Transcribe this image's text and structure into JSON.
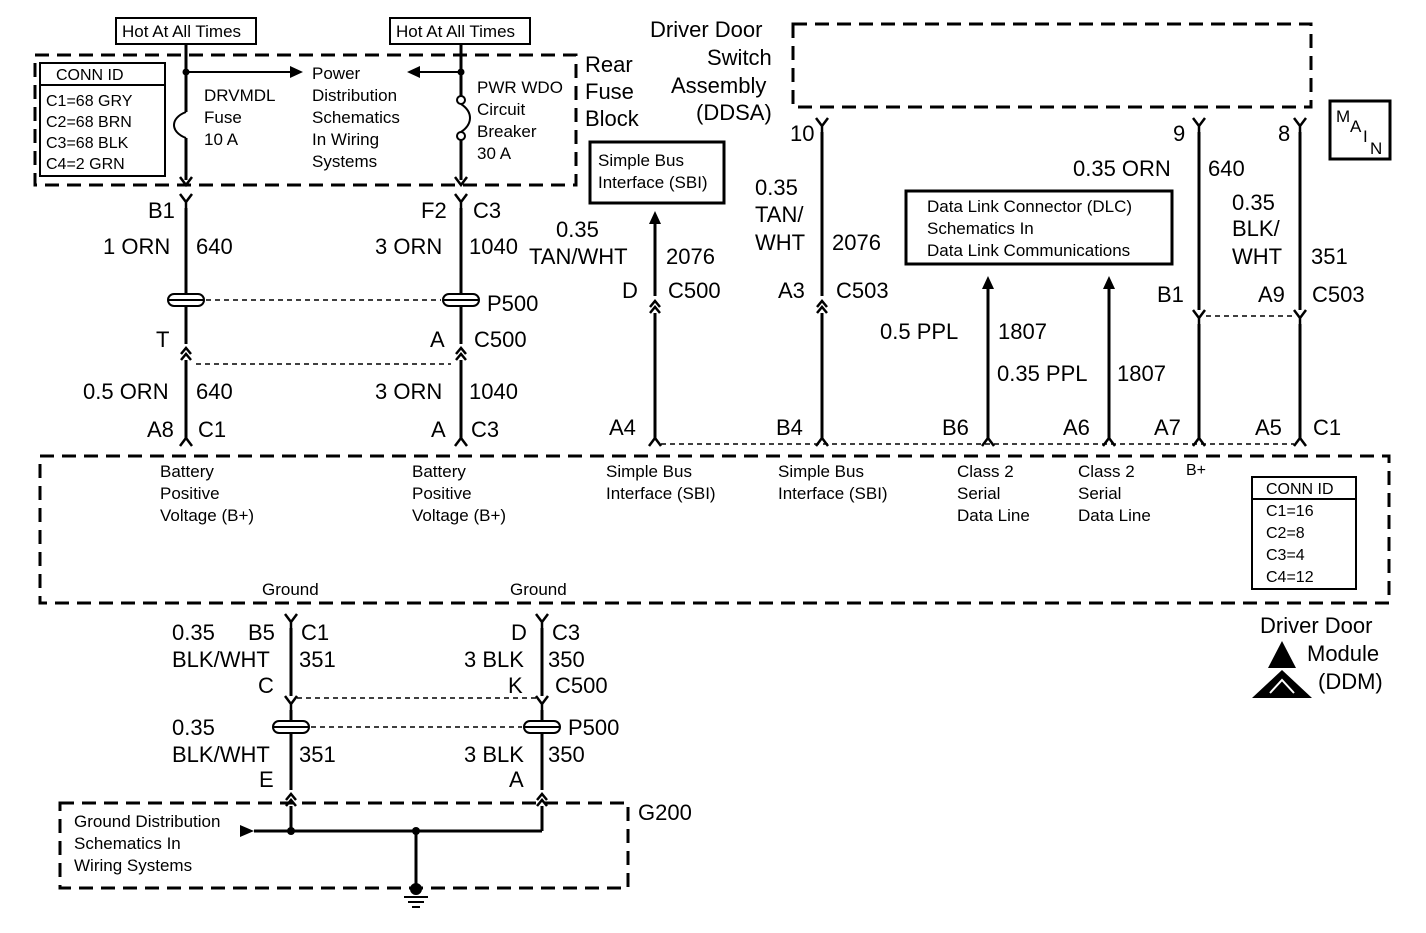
{
  "hot_label": "Hot At All Times",
  "fuse_block": {
    "title": [
      "Rear",
      "Fuse",
      "Block"
    ],
    "conn_id": {
      "title": "CONN ID",
      "rows": [
        "C1=68 GRY",
        "C2=68 BRN",
        "C3=68 BLK",
        "C4=2 GRN"
      ]
    },
    "fuse": [
      "DRVMDL",
      "Fuse",
      "10 A"
    ],
    "pds": [
      "Power",
      "Distribution",
      "Schematics",
      "In Wiring",
      "Systems"
    ],
    "breaker": [
      "PWR WDO",
      "Circuit",
      "Breaker",
      "30 A"
    ]
  },
  "ddsa": {
    "title": [
      "Driver Door",
      "Switch",
      "Assembly",
      "(DDSA)"
    ],
    "pins": [
      "10",
      "9",
      "8"
    ]
  },
  "sbi_box": [
    "Simple Bus",
    "Interface (SBI)"
  ],
  "dlc_box": [
    "Data Link Connector (DLC)",
    "Schematics In",
    "Data Link Communications"
  ],
  "main_icon": [
    "M",
    "A",
    "I",
    "N"
  ],
  "circuits": {
    "b1_pin": "B1",
    "c1_orn_gauge": "1 ORN",
    "c640": "640",
    "f2_pin": "F2",
    "c3": "C3",
    "c3_orn_gauge": "3 ORN",
    "c1040": "1040",
    "p500": "P500",
    "t_pin": "T",
    "a_pin": "A",
    "c500": "C500",
    "c05_orn_gauge": "0.5 ORN",
    "a8_pin": "A8",
    "c1": "C1",
    "sbi_gauge": [
      "0.35",
      "TAN/WHT"
    ],
    "c2076": "2076",
    "d_pin": "D",
    "tanwht_gauge": [
      "0.35",
      "TAN/",
      "WHT"
    ],
    "a3_pin": "A3",
    "c503": "C503",
    "ppl05": "0.5  PPL",
    "ppl035": "0.35 PPL",
    "c1807": "1807",
    "orn035": "0.35 ORN",
    "blkwht_gauge": [
      "0.35",
      "BLK/",
      "WHT"
    ],
    "c351": "351",
    "a9_pin": "A9",
    "ddm_pins": [
      "A4",
      "B4",
      "B6",
      "A6",
      "A7",
      "A5"
    ]
  },
  "ddm": {
    "title": [
      "Driver Door",
      "Module",
      "(DDM)"
    ],
    "labels": {
      "batt1": [
        "Battery",
        "Positive",
        "Voltage (B+)"
      ],
      "batt2": [
        "Battery",
        "Positive",
        "Voltage (B+)"
      ],
      "sbi1": [
        "Simple Bus",
        "Interface (SBI)"
      ],
      "sbi2": [
        "Simple Bus",
        "Interface (SBI)"
      ],
      "class2a": [
        "Class 2",
        "Serial",
        "Data Line"
      ],
      "class2b": [
        "Class 2",
        "Serial",
        "Data Line"
      ],
      "bplus": "B+"
    },
    "conn_id": {
      "title": "CONN ID",
      "rows": [
        "C1=16",
        "C2=8",
        "C3=4",
        "C4=12"
      ]
    }
  },
  "ground": {
    "label": "Ground",
    "blkwht_gauge": [
      "0.35",
      "BLK/WHT"
    ],
    "b5_pin": "B5",
    "c1": "C1",
    "c351": "351",
    "c_pin": "C",
    "e_pin": "E",
    "d_pin": "D",
    "c3": "C3",
    "blk3": "3 BLK",
    "c350": "350",
    "k_pin": "K",
    "c500": "C500",
    "p500": "P500",
    "a_pin": "A",
    "g200": "G200",
    "gds": [
      "Ground Distribution",
      "Schematics In",
      "Wiring Systems"
    ]
  }
}
